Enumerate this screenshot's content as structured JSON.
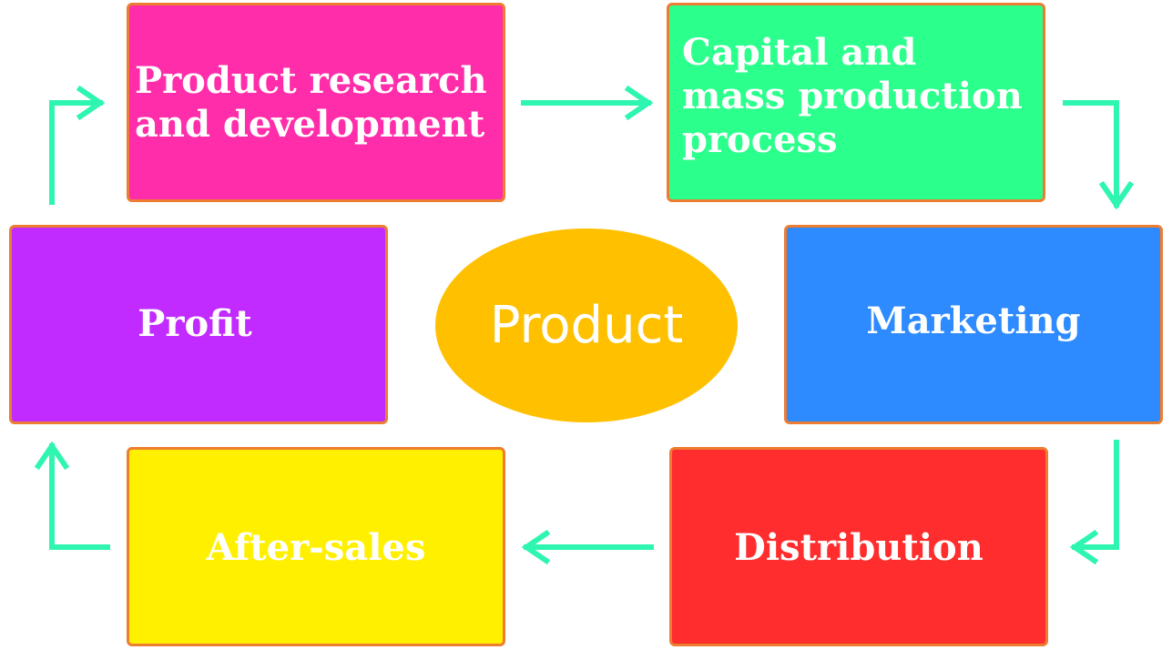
{
  "diagram": {
    "center_label": "Product",
    "nodes": [
      {
        "id": "rd",
        "label": "Product research\nand development",
        "color": "#FF2DAA"
      },
      {
        "id": "capital",
        "label": "Capital and\nmass production\nprocess",
        "color": "#2BFF8C"
      },
      {
        "id": "marketing",
        "label": "Marketing",
        "color": "#2E8BFF"
      },
      {
        "id": "distribution",
        "label": "Distribution",
        "color": "#FF2D2D"
      },
      {
        "id": "aftersales",
        "label": "After-sales",
        "color": "#FFF000"
      },
      {
        "id": "profit",
        "label": "Profit",
        "color": "#C12BFF"
      }
    ],
    "center_color": "#FFC000",
    "border_color": "#ED7D31",
    "arrow_color": "#2EF5B0",
    "flow": [
      "rd",
      "capital",
      "marketing",
      "distribution",
      "aftersales",
      "profit",
      "rd"
    ]
  }
}
